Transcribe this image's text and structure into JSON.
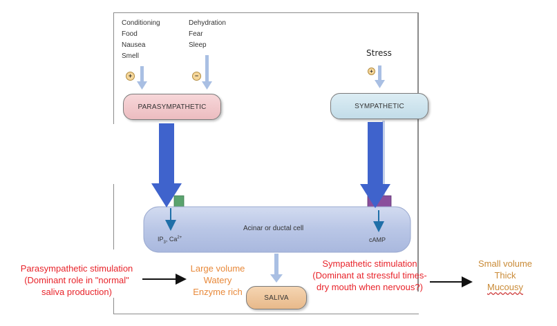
{
  "parasympathetic_inputs": {
    "stimulating": [
      "Conditioning",
      "Food",
      "Nausea",
      "Smell"
    ],
    "inhibiting": [
      "Dehydration",
      "Fear",
      "Sleep"
    ],
    "plus_sign": "+",
    "minus_sign": "−"
  },
  "sympathetic_inputs": {
    "stimulating": [
      "Stress"
    ],
    "plus_sign": "+"
  },
  "nodes": {
    "parasympathetic": "PARASYMPATHETIC",
    "sympathetic": "SYMPATHETIC",
    "cell": "Acinar or ductal cell",
    "saliva": "SALIVA"
  },
  "second_messengers": {
    "parasympathetic_base": "IP",
    "parasympathetic_sub": "3",
    "parasympathetic_rest": ", Ca",
    "parasympathetic_sup": "2+",
    "sympathetic": "cAMP"
  },
  "annotations": {
    "parasympathetic_note": [
      "Parasympathetic stimulation",
      "(Dominant role in \"normal\"",
      "saliva production)"
    ],
    "parasympathetic_effect": [
      "Large volume",
      "Watery",
      "Enzyme rich"
    ],
    "sympathetic_note": [
      "Sympathetic stimulation",
      "(Dominant  at stressful times-",
      "dry mouth when nervous?)"
    ],
    "sympathetic_effect": [
      "Small volume",
      "Thick",
      "Mucousy"
    ]
  },
  "colors": {
    "parasympathetic_fill": "#f2c9cc",
    "sympathetic_fill": "#cfe4ee",
    "cell_fill": "#b9c6e6",
    "saliva_fill": "#f2c9a0",
    "big_arrow": "#3f63cc",
    "thin_arrow": "#a9bfe3",
    "receptor_para": "#5aa36e",
    "receptor_symp": "#8a4f9c",
    "note_red": "#e8232a",
    "note_orange": "#e8893a"
  }
}
